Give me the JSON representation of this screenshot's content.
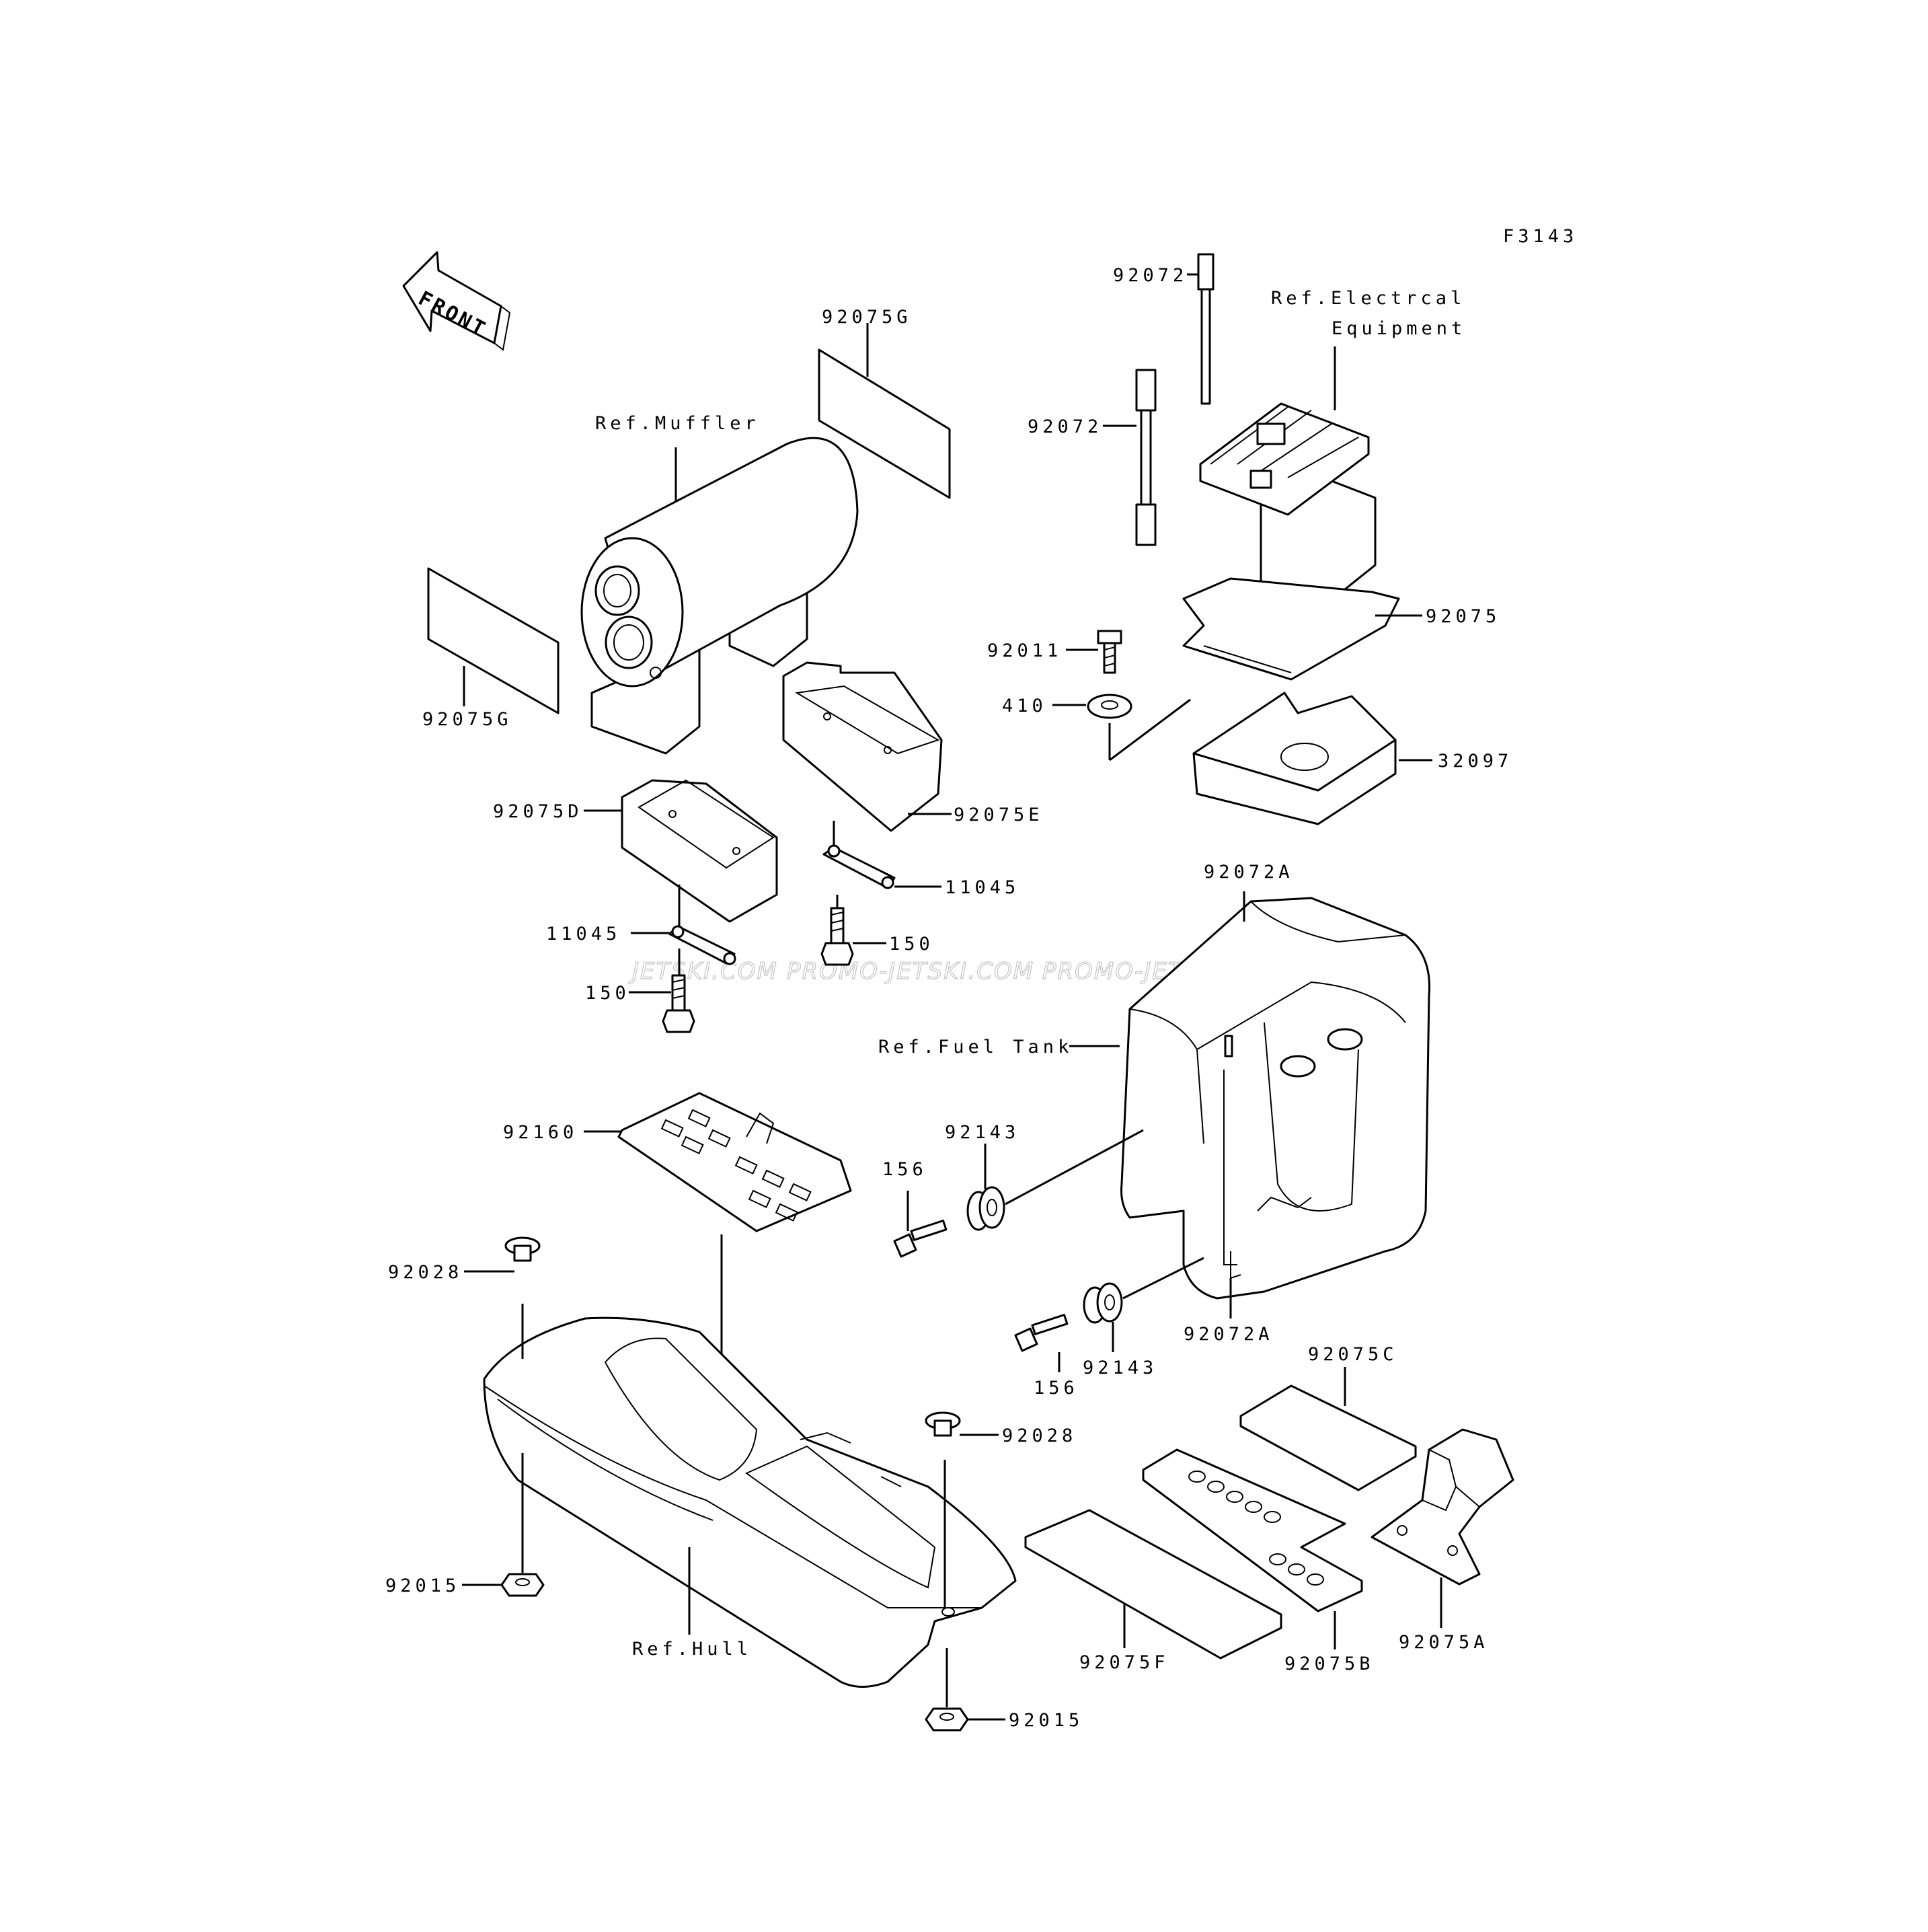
{
  "figure_code": "F3143",
  "front_marker": "FRONT",
  "watermarks": [
    "JETSKI.COM",
    "PROMO-JETSKI.COM",
    "PROMO-JETSKI.COM"
  ],
  "ref_labels": {
    "muffler": "Ref.Muffler",
    "electrical_1": "Ref.Electrcal",
    "electrical_2": "Equipment",
    "fuel_tank": "Ref.Fuel Tank",
    "hull": "Ref.Hull"
  },
  "part_labels": {
    "p92075g_top": "92075G",
    "p92075g_left": "92075G",
    "p92072_top": "92072",
    "p92072_mid": "92072",
    "p92075": "92075",
    "p92011": "92011",
    "p410": "410",
    "p32097": "32097",
    "p92075d": "92075D",
    "p92075e": "92075E",
    "p11045_right": "11045",
    "p11045_left": "11045",
    "p150_right": "150",
    "p150_left": "150",
    "p92072a_top": "92072A",
    "p92072a_bottom": "92072A",
    "p92160": "92160",
    "p92143_top": "92143",
    "p92143_bottom": "92143",
    "p156_top": "156",
    "p156_bottom": "156",
    "p92028_left": "92028",
    "p92028_right": "92028",
    "p92015_left": "92015",
    "p92015_right": "92015",
    "p92075c": "92075C",
    "p92075f": "92075F",
    "p92075b": "92075B",
    "p92075a": "92075A"
  }
}
